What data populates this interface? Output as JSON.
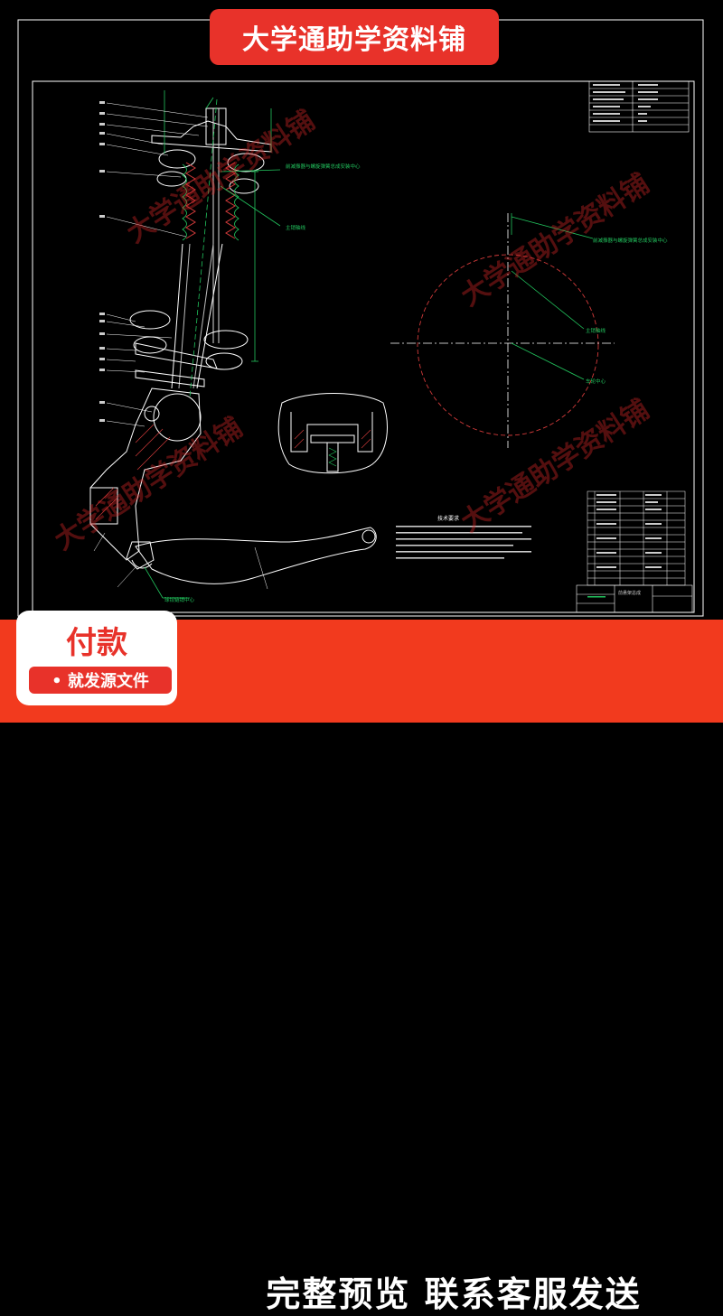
{
  "banner": {
    "title": "大学通助学资料铺"
  },
  "footer": {
    "pay_title": "付款",
    "pay_button": "• 就发源文件",
    "message": "完整预览  联系客服发送"
  },
  "watermark": {
    "text": "大学通助学资料铺"
  },
  "drawing": {
    "notes_heading": "技术要求",
    "labels": {
      "callout_top": "前减振器与螺旋弹簧总成安装中心",
      "callout_axis": "主销轴线",
      "circle_callout_top": "前减振器与螺旋弹簧总成安装中心",
      "circle_axis": "主销轴线",
      "circle_center": "车轮中心",
      "ball_joint": "球铰链销中心",
      "title_block": "前悬架总成"
    }
  },
  "colors": {
    "banner": "#e8322a",
    "footer": "#f23a1e",
    "line_white": "#ffffff",
    "line_green": "#22c55e",
    "line_red": "#d13a3a",
    "line_yellow": "#e8d84a"
  }
}
